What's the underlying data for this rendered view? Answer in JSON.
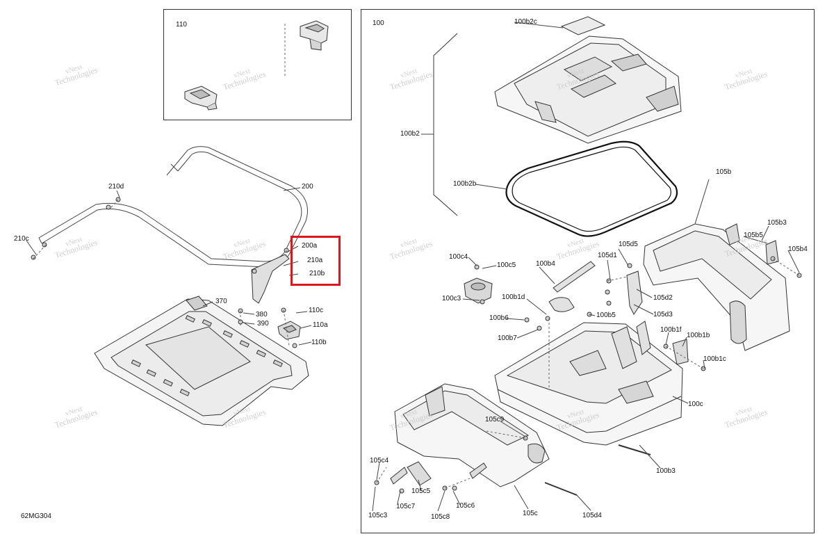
{
  "diagram_code": "62MG304",
  "watermark": {
    "line1": "vNext",
    "line2": "Technologies"
  },
  "labels": {
    "p110": "110",
    "p100": "100",
    "p200": "200",
    "p200a": "200a",
    "p210a": "210a",
    "p210b": "210b",
    "p210c": "210c",
    "p210d": "210d",
    "p370": "370",
    "p380": "380",
    "p390": "390",
    "p110a": "110a",
    "p110b": "110b",
    "p110c": "110c",
    "p100b2c": "100b2c",
    "p100b2": "100b2",
    "p100b2b": "100b2b",
    "p100c4": "100c4",
    "p100c5": "100c5",
    "p100c3": "100c3",
    "p100b4": "100b4",
    "p100b1d": "100b1d",
    "p100b6": "100b6",
    "p100b7": "100b7",
    "p100b5": "100b5",
    "p100b1f": "100b1f",
    "p100b1b": "100b1b",
    "p100b1c": "100b1c",
    "p100c": "100c",
    "p100b3": "100b3",
    "p105b": "105b",
    "p105b3": "105b3",
    "p105b5": "105b5",
    "p105b4": "105b4",
    "p105d5": "105d5",
    "p105d1": "105d1",
    "p105d2": "105d2",
    "p105d3": "105d3",
    "p105c9": "105c9",
    "p105c4": "105c4",
    "p105c5": "105c5",
    "p105c3": "105c3",
    "p105c7": "105c7",
    "p105c8": "105c8",
    "p105c6": "105c6",
    "p105c": "105c",
    "p105d4": "105d4"
  }
}
